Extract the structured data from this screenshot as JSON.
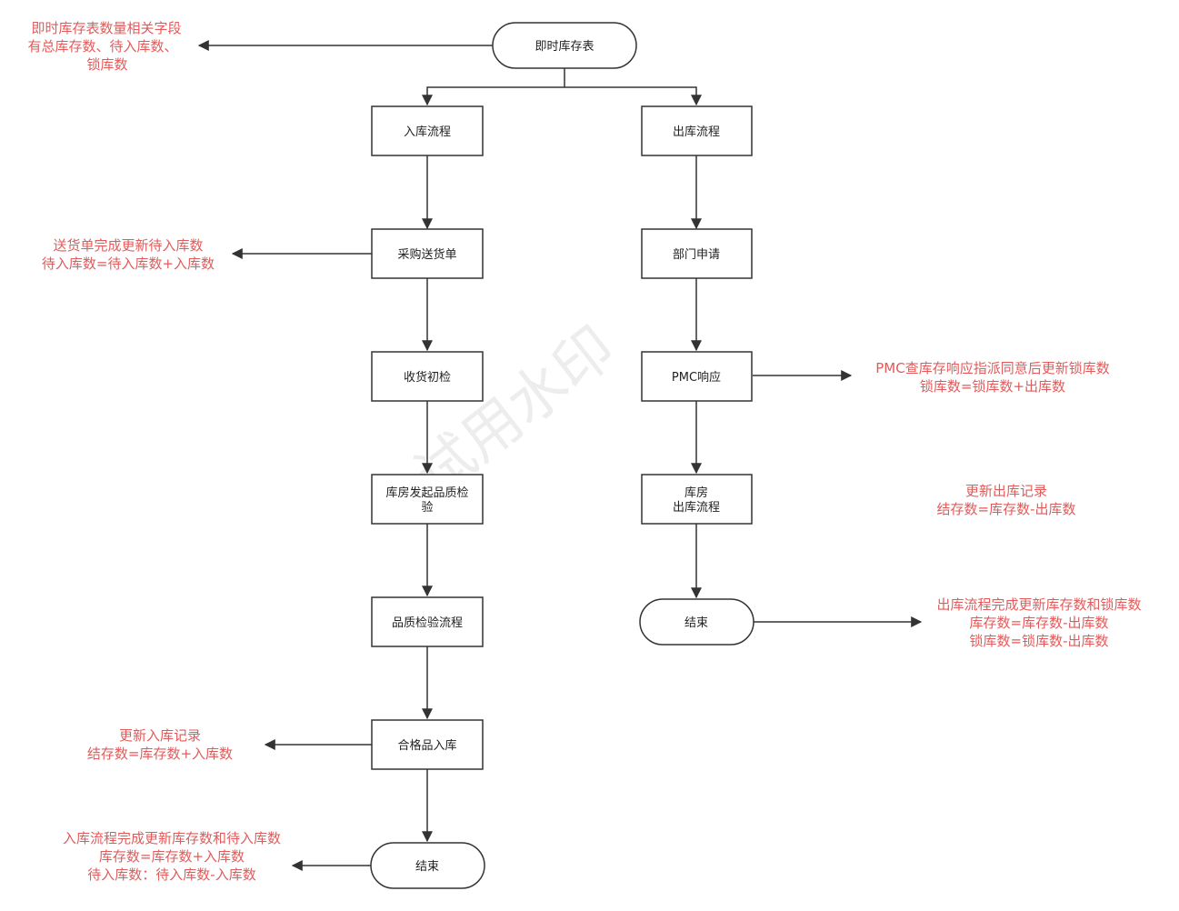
{
  "colors": {
    "note": "#e15b5b",
    "stroke": "#333333",
    "node_text": "#222222"
  },
  "watermark": "试用水印",
  "nodes": {
    "root": "即时库存表",
    "inbound": "入库流程",
    "purchase_delivery": "采购送货单",
    "receive_check": "收货初检",
    "warehouse_qc_1": "库房发起品质检",
    "warehouse_qc_2": "验",
    "qc_flow": "品质检验流程",
    "qualified_in": "合格品入库",
    "end_in": "结束",
    "outbound": "出库流程",
    "dept_apply": "部门申请",
    "pmc_response": "PMC响应",
    "warehouse_out_1": "库房",
    "warehouse_out_2": "出库流程",
    "end_out": "结束"
  },
  "notes": {
    "root_fields": [
      "即时库存表数量相关字段",
      "有总库存数、待入库数、",
      "锁库数"
    ],
    "delivery_update": [
      "送货单完成更新待入库数",
      "待入库数=待入库数+入库数"
    ],
    "inbound_record": [
      "更新入库记录",
      "结存数=库存数+入库数"
    ],
    "inbound_complete": [
      "入库流程完成更新库存数和待入库数",
      "库存数=库存数+入库数",
      "待入库数：待入库数-入库数"
    ],
    "pmc_update": [
      "PMC查库存响应指派同意后更新锁库数",
      "锁库数=锁库数+出库数"
    ],
    "outbound_record": [
      "更新出库记录",
      "结存数=库存数-出库数"
    ],
    "outbound_complete": [
      "出库流程完成更新库存数和锁库数",
      "库存数=库存数-出库数",
      "锁库数=锁库数-出库数"
    ]
  }
}
